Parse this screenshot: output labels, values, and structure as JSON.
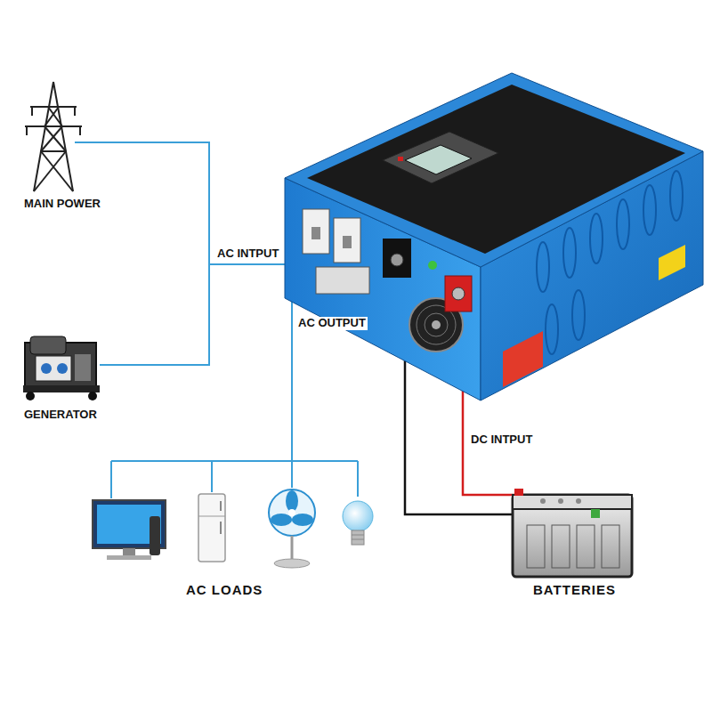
{
  "diagram": {
    "labels": [
      "MAIN POWER",
      "AC INTPUT",
      "AC OUTPUT",
      "GENERATOR",
      "DC INTPUT",
      "AC LOADS",
      "BATTERIES"
    ]
  }
}
